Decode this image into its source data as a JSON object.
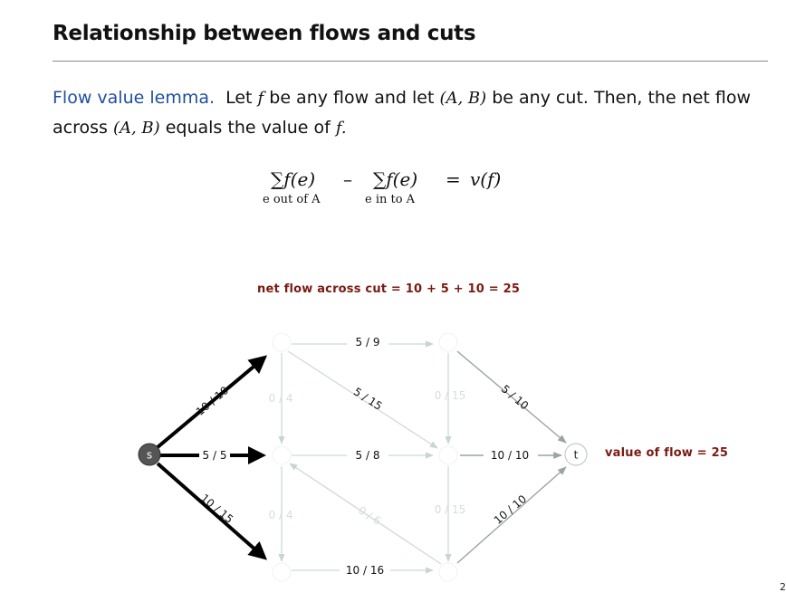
{
  "title": "Relationship between flows and cuts",
  "lemma": {
    "keyword": "Flow value lemma.",
    "t1": "Let",
    "f1": "f",
    "t2": "be any flow and let",
    "cut1": "(A, B)",
    "t3": "be any cut. Then, the net flow across",
    "cut2": "(A, B)",
    "t4": "equals the value of",
    "f2": "f."
  },
  "formula": {
    "term1": "∑f(e)",
    "minus": "–",
    "term2": "∑f(e)",
    "equals": "=",
    "rhs": "v(f)",
    "sub1": "e out of A",
    "sub2": "e in to A"
  },
  "net_flow_text": "net flow across cut  =  10 + 5 + 10 =  25",
  "value_of_flow_text": "value of flow  =  25",
  "page_number": "2",
  "graph": {
    "source_label": "s",
    "sink_label": "t",
    "edges": {
      "s_top": "10 / 10",
      "s_mid": "5 / 5",
      "s_bot": "10 / 15",
      "top_row": "5 / 9",
      "mid_row": "5 / 8",
      "bot_row": "10 / 16",
      "diag_top": "5 / 15",
      "left_upper": "0 / 4",
      "left_lower": "0 / 4",
      "diag_bot": "0 / 6",
      "right_upper": "0 / 15",
      "right_lower": "0 / 15",
      "to_t_top": "5 / 10",
      "to_t_mid": "10 / 10",
      "to_t_bot": "10 / 10"
    }
  }
}
